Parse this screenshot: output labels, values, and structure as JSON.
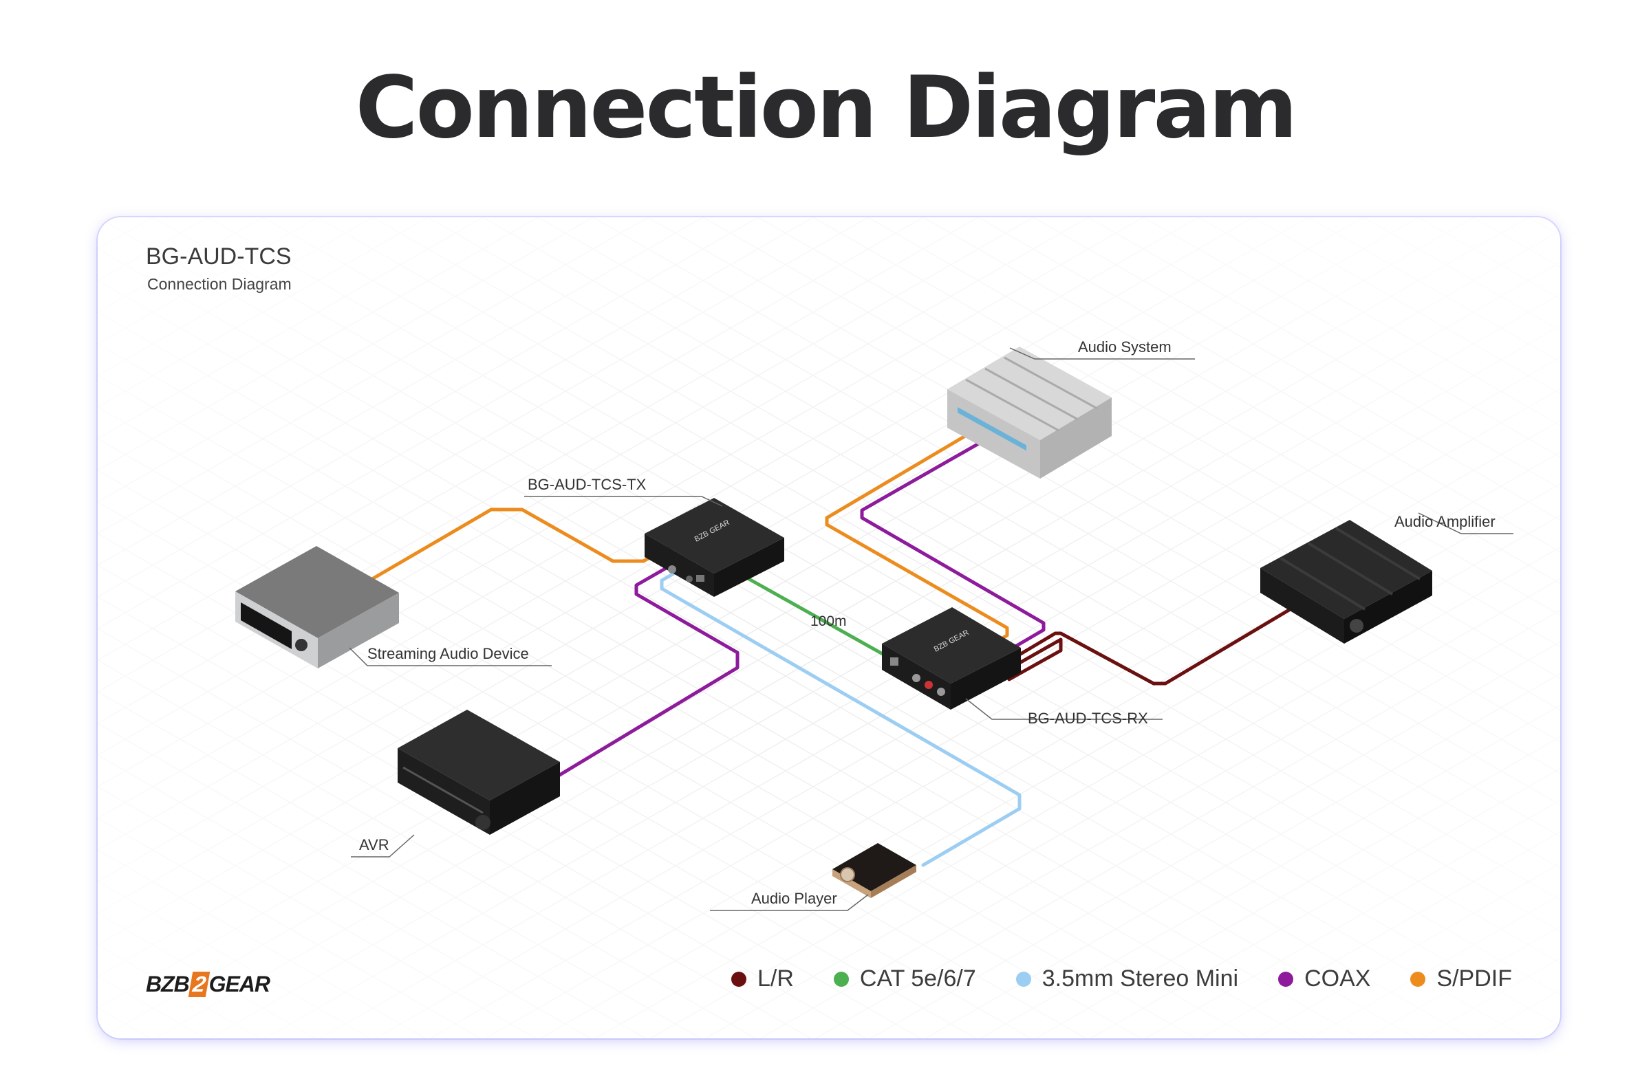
{
  "page": {
    "title": "Connection Diagram"
  },
  "card": {
    "model": "BG-AUD-TCS",
    "subtitle": "Connection Diagram"
  },
  "devices": {
    "tx": {
      "label": "BG-AUD-TCS-TX",
      "logo": "BZB GEAR"
    },
    "rx": {
      "label": "BG-AUD-TCS-RX",
      "logo": "BZB GEAR"
    },
    "streaming": {
      "label": "Streaming Audio Device"
    },
    "audio_system": {
      "label": "Audio System"
    },
    "audio_amplifier": {
      "label": "Audio Amplifier"
    },
    "avr": {
      "label": "AVR"
    },
    "audio_player": {
      "label": "Audio Player"
    }
  },
  "cable": {
    "distance_label": "100m"
  },
  "brand": {
    "prefix": "BZB",
    "two": "2",
    "suffix": "GEAR"
  },
  "legend": [
    {
      "label": "L/R",
      "color": "#6b1010"
    },
    {
      "label": "CAT 5e/6/7",
      "color": "#4caf50"
    },
    {
      "label": "3.5mm Stereo Mini",
      "color": "#9ccdf2"
    },
    {
      "label": "COAX",
      "color": "#8e1a9c"
    },
    {
      "label": "S/PDIF",
      "color": "#ec8c1e"
    }
  ],
  "colors": {
    "lr": "#6b1010",
    "cat": "#4caf50",
    "mini": "#9ccdf2",
    "coax": "#8e1a9c",
    "spdif": "#ec8c1e",
    "title": "#2b2b2d"
  }
}
